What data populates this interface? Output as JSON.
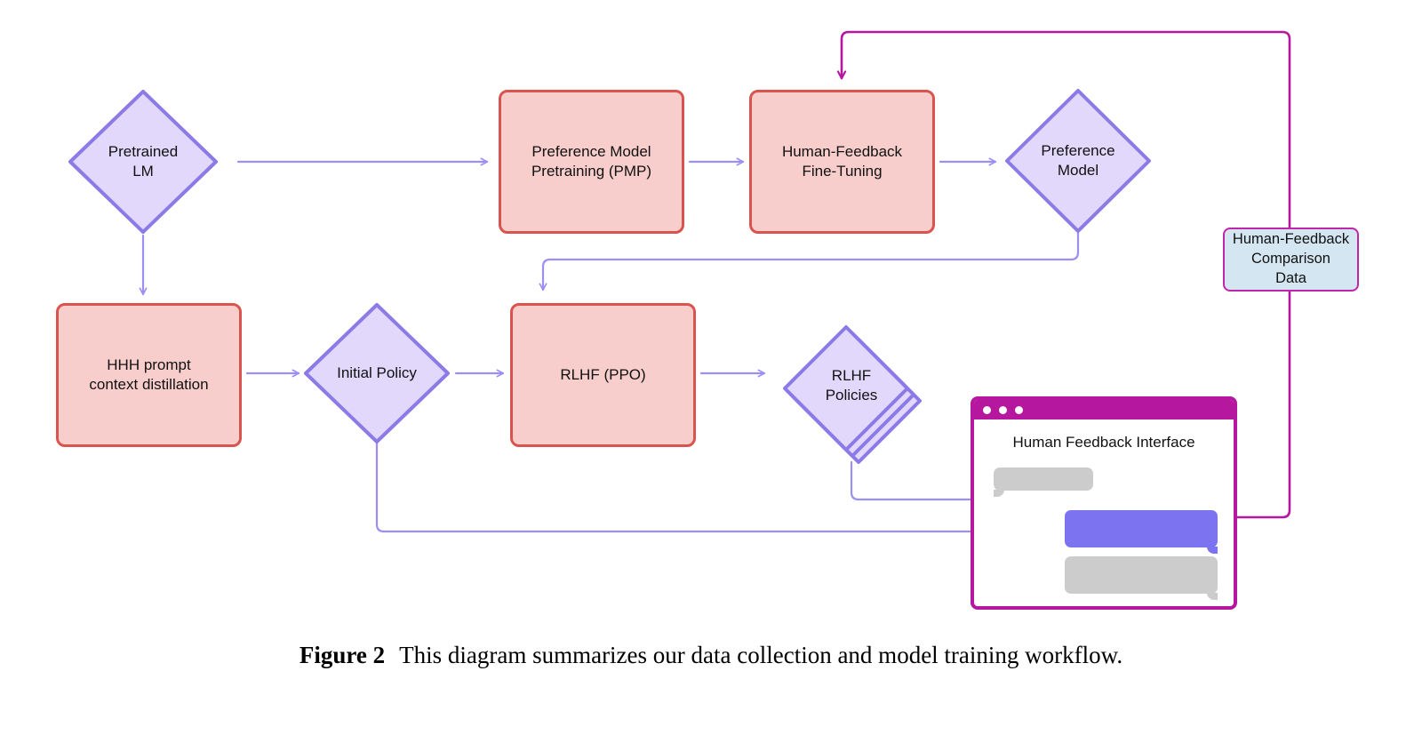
{
  "figure": {
    "label": "Figure 2",
    "caption": "This diagram summarizes our data collection and model training workflow."
  },
  "colors": {
    "process_fill": "#f8cecc",
    "process_border": "#d9534f",
    "decision_fill": "#e1d8fb",
    "decision_border": "#8c7ae6",
    "data_fill": "#d4e6f1",
    "data_border": "#c026ac",
    "arrow_purple": "#9b8ff5",
    "arrow_magenta": "#b5179e",
    "bubble_grey": "#cccccc",
    "bubble_purple": "#7b73ef",
    "background": "#ffffff"
  },
  "nodes": [
    {
      "id": "pretrained-lm",
      "label": "Pretrained\nLM",
      "shape": "diamond"
    },
    {
      "id": "pmp",
      "label": "Preference Model\nPretraining (PMP)",
      "shape": "process"
    },
    {
      "id": "human-feedback-finetuning",
      "label": "Human-Feedback\nFine-Tuning",
      "shape": "process"
    },
    {
      "id": "preference-model",
      "label": "Preference\nModel",
      "shape": "diamond"
    },
    {
      "id": "hf-comparison-data",
      "label": "Human-Feedback\nComparison\nData",
      "shape": "data"
    },
    {
      "id": "hhh-prompt",
      "label": "HHH prompt\ncontext distillation",
      "shape": "process"
    },
    {
      "id": "initial-policy",
      "label": "Initial Policy",
      "shape": "diamond"
    },
    {
      "id": "rlhf-ppo",
      "label": "RLHF (PPO)",
      "shape": "process"
    },
    {
      "id": "rlhf-policies",
      "label": "RLHF\nPolicies",
      "shape": "diamond-stack"
    }
  ],
  "browser": {
    "heading": "Human Feedback Interface",
    "dots": [
      "window-dot",
      "window-dot",
      "window-dot"
    ],
    "bubbles": [
      {
        "side": "left",
        "color": "grey"
      },
      {
        "side": "right",
        "color": "purple"
      },
      {
        "side": "right",
        "color": "grey"
      }
    ]
  },
  "edges": [
    {
      "from": "pretrained-lm",
      "to": "pmp",
      "color": "purple"
    },
    {
      "from": "pmp",
      "to": "human-feedback-finetuning",
      "color": "purple"
    },
    {
      "from": "human-feedback-finetuning",
      "to": "preference-model",
      "color": "purple"
    },
    {
      "from": "pretrained-lm",
      "to": "hhh-prompt",
      "color": "purple"
    },
    {
      "from": "preference-model",
      "to": "rlhf-ppo",
      "color": "purple"
    },
    {
      "from": "hhh-prompt",
      "to": "initial-policy",
      "color": "purple"
    },
    {
      "from": "initial-policy",
      "to": "rlhf-ppo",
      "color": "purple"
    },
    {
      "from": "rlhf-ppo",
      "to": "rlhf-policies",
      "color": "purple"
    },
    {
      "from": "rlhf-policies",
      "to": "browser",
      "color": "purple"
    },
    {
      "from": "initial-policy",
      "to": "browser",
      "color": "purple"
    },
    {
      "from": "browser",
      "to": "hf-comparison-data",
      "color": "magenta"
    },
    {
      "from": "hf-comparison-data",
      "to": "human-feedback-finetuning",
      "color": "magenta"
    }
  ]
}
